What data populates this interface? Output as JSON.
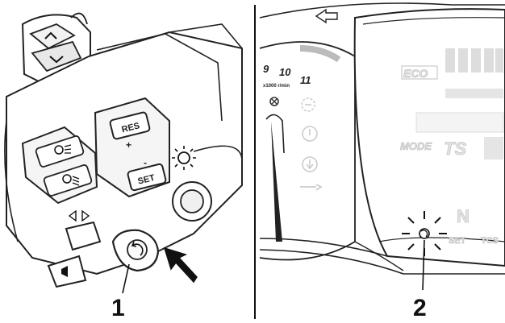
{
  "left_panel": {
    "callout": "1",
    "button_res": "RES",
    "button_plus": "+",
    "button_minus": "-",
    "button_set": "SET"
  },
  "right_panel": {
    "callout": "2",
    "tach_9": "9",
    "tach_10": "10",
    "tach_11": "11",
    "tach_unit": "x1000 r/min",
    "lcd_eco": "ECO",
    "lcd_mode": "MODE",
    "lcd_ts": "TS",
    "lcd_n": "N",
    "lcd_set": "SET",
    "lcd_tcs": "TCS"
  }
}
